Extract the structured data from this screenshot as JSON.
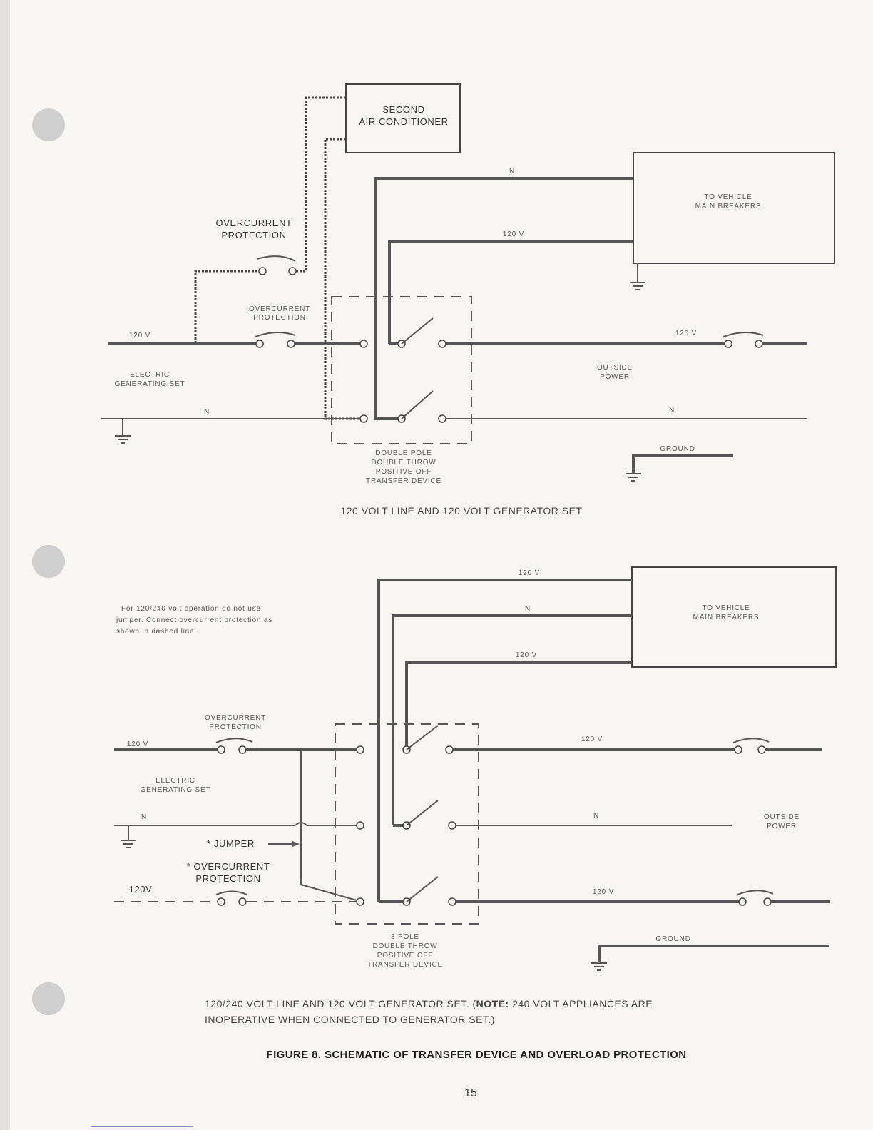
{
  "top": {
    "second_ac": [
      "SECOND",
      "AIR CONDITIONER"
    ],
    "vehicle_main": [
      "TO VEHICLE",
      "MAIN BREAKERS"
    ],
    "n_top": "N",
    "v120_mid": "120 V",
    "overcurrent_upper": [
      "OVERCURRENT",
      "PROTECTION"
    ],
    "overcurrent_lower": [
      "OVERCURRENT",
      "PROTECTION"
    ],
    "gen_120v": "120 V",
    "outside_120v": "120 V",
    "electric_gen": [
      "ELECTRIC",
      "GENERATING SET"
    ],
    "outside_power": [
      "OUTSIDE",
      "POWER"
    ],
    "gen_n": "N",
    "outside_n": "N",
    "ground": "GROUND",
    "transfer_device": [
      "DOUBLE POLE",
      "DOUBLE THROW",
      "POSITIVE OFF",
      "TRANSFER DEVICE"
    ],
    "caption": "120 VOLT LINE AND 120 VOLT GENERATOR SET"
  },
  "bottom": {
    "v120_top": "120 V",
    "n_top": "N",
    "v120_mid": "120 V",
    "vehicle_main": [
      "TO VEHICLE",
      "MAIN BREAKERS"
    ],
    "note": [
      "For 120/240 volt operation do not use",
      "jumper. Connect overcurrent protection as",
      "shown in dashed line."
    ],
    "overcurrent": [
      "OVERCURRENT",
      "PROTECTION"
    ],
    "gen_120v": "120 V",
    "electric_gen": [
      "ELECTRIC",
      "GENERATING SET"
    ],
    "gen_n": "N",
    "jumper": "* JUMPER",
    "star_overcurrent": [
      "* OVERCURRENT",
      "PROTECTION"
    ],
    "gen_120v_dashed": "120V",
    "outside_120v_1": "120 V",
    "outside_n": "N",
    "outside_power": [
      "OUTSIDE",
      "POWER"
    ],
    "outside_120v_2": "120 V",
    "ground": "GROUND",
    "transfer_device": [
      "3 POLE",
      "DOUBLE THROW",
      "POSITIVE OFF",
      "TRANSFER DEVICE"
    ],
    "caption_prefix": "120/240 VOLT LINE AND 120 VOLT GENERATOR SET. (",
    "caption_note_label": "NOTE:",
    "caption_line1_rest": " 240 VOLT APPLIANCES ARE",
    "caption_line2": "INOPERATIVE WHEN CONNECTED TO GENERATOR SET.)"
  },
  "figure_title": "FIGURE 8.  SCHEMATIC OF TRANSFER DEVICE AND OVERLOAD PROTECTION",
  "page_number": "15"
}
